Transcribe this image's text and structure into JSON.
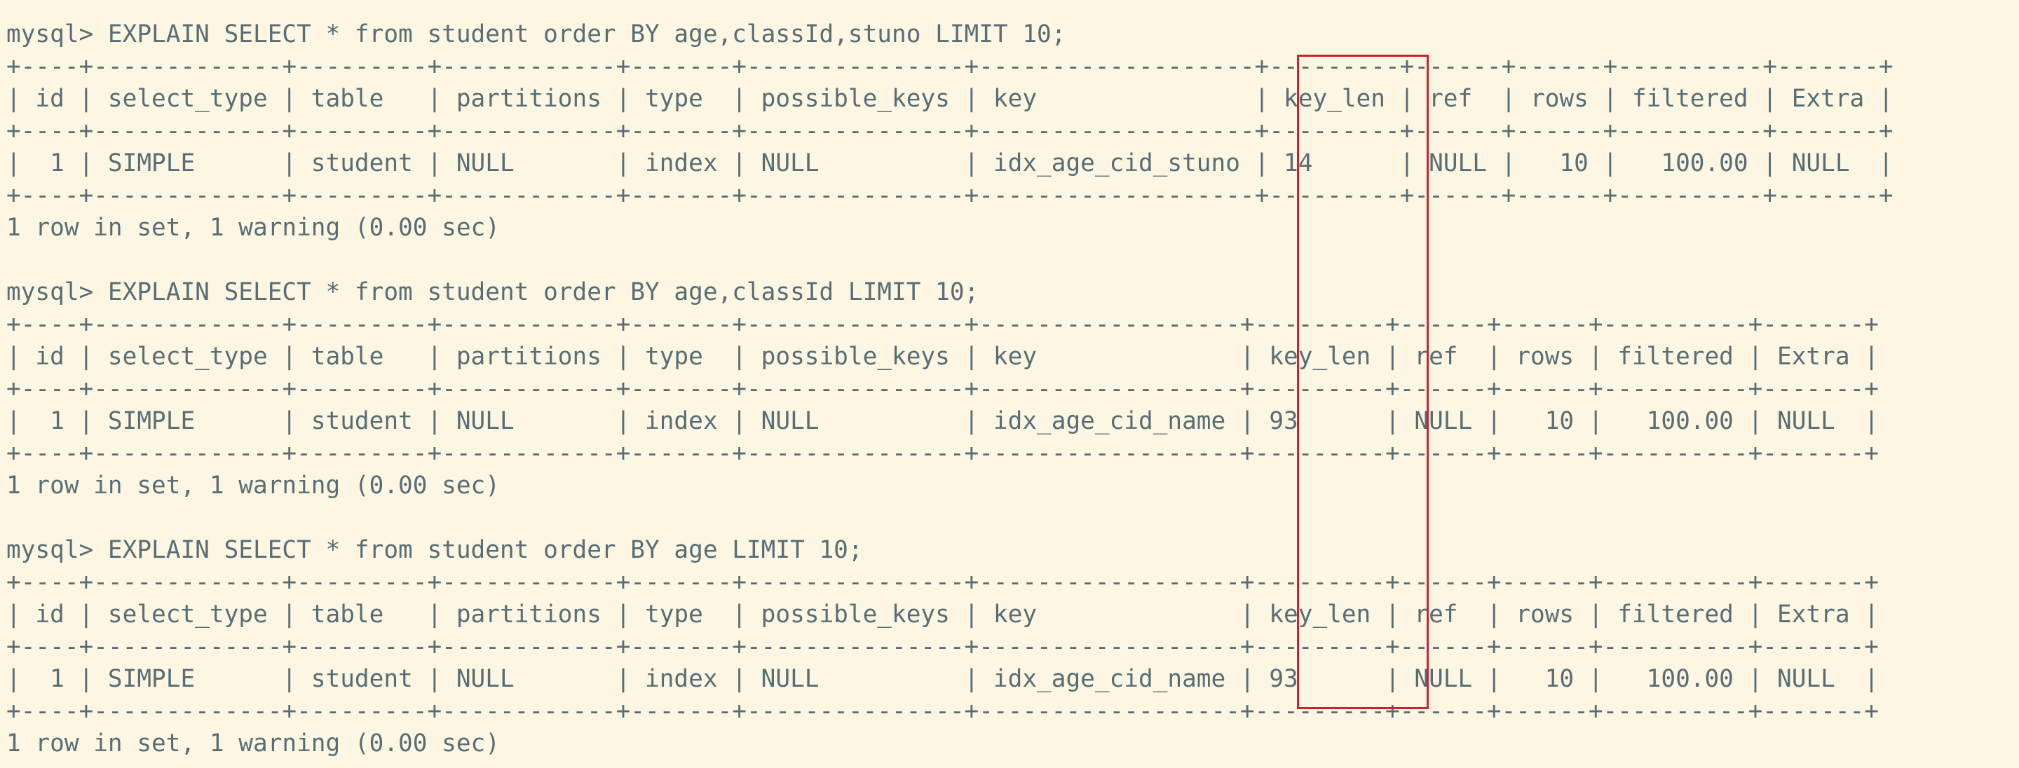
{
  "terminal": {
    "blocks": [
      {
        "prompt": "mysql> EXPLAIN SELECT * from student order BY age,classId,stuno LIMIT 10;",
        "border": "+----+-------------+---------+------------+-------+---------------+-------------------+---------+------+------+----------+-------+",
        "header": "| id | select_type | table   | partitions | type  | possible_keys | key               | key_len | ref  | rows | filtered | Extra |",
        "row": "|  1 | SIMPLE      | student | NULL       | index | NULL          | idx_age_cid_stuno | 14      | NULL |   10 |   100.00 | NULL  |",
        "footer": "1 row in set, 1 warning (0.00 sec)"
      },
      {
        "prompt": "mysql> EXPLAIN SELECT * from student order BY age,classId LIMIT 10;",
        "border": "+----+-------------+---------+------------+-------+---------------+------------------+---------+------+------+----------+-------+",
        "header": "| id | select_type | table   | partitions | type  | possible_keys | key              | key_len | ref  | rows | filtered | Extra |",
        "row": "|  1 | SIMPLE      | student | NULL       | index | NULL          | idx_age_cid_name | 93      | NULL |   10 |   100.00 | NULL  |",
        "footer": "1 row in set, 1 warning (0.00 sec)"
      },
      {
        "prompt": "mysql> EXPLAIN SELECT * from student order BY age LIMIT 10;",
        "border": "+----+-------------+---------+------------+-------+---------------+------------------+---------+------+------+----------+-------+",
        "header": "| id | select_type | table   | partitions | type  | possible_keys | key              | key_len | ref  | rows | filtered | Extra |",
        "row": "|  1 | SIMPLE      | student | NULL       | index | NULL          | idx_age_cid_name | 93      | NULL |   10 |   100.00 | NULL  |",
        "footer": "1 row in set, 1 warning (0.00 sec)"
      }
    ]
  },
  "colors": {
    "background": "#fdf6e3",
    "text": "#586e75",
    "highlight": "#d0202e"
  }
}
